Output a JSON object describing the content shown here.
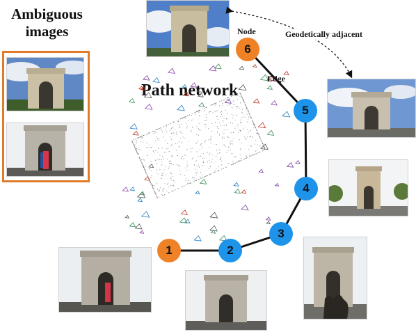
{
  "titles": {
    "ambiguous": "Ambiguous images",
    "path_network": "Path network"
  },
  "annotations": {
    "node": "Node",
    "edge": "Edge",
    "geodetic": "Geodetically adjacent"
  },
  "nodes": [
    {
      "id": "1",
      "label": "1",
      "kind": "endpoint"
    },
    {
      "id": "2",
      "label": "2",
      "kind": "intermediate"
    },
    {
      "id": "3",
      "label": "3",
      "kind": "intermediate"
    },
    {
      "id": "4",
      "label": "4",
      "kind": "intermediate"
    },
    {
      "id": "5",
      "label": "5",
      "kind": "intermediate"
    },
    {
      "id": "6",
      "label": "6",
      "kind": "endpoint"
    }
  ],
  "edges": [
    [
      "1",
      "2"
    ],
    [
      "2",
      "3"
    ],
    [
      "3",
      "4"
    ],
    [
      "4",
      "5"
    ],
    [
      "5",
      "6"
    ]
  ],
  "colors": {
    "endpoint": "#ef8127",
    "intermediate": "#1d93ea",
    "ambiguous_border": "#e07b2a",
    "edge": "#111111"
  }
}
